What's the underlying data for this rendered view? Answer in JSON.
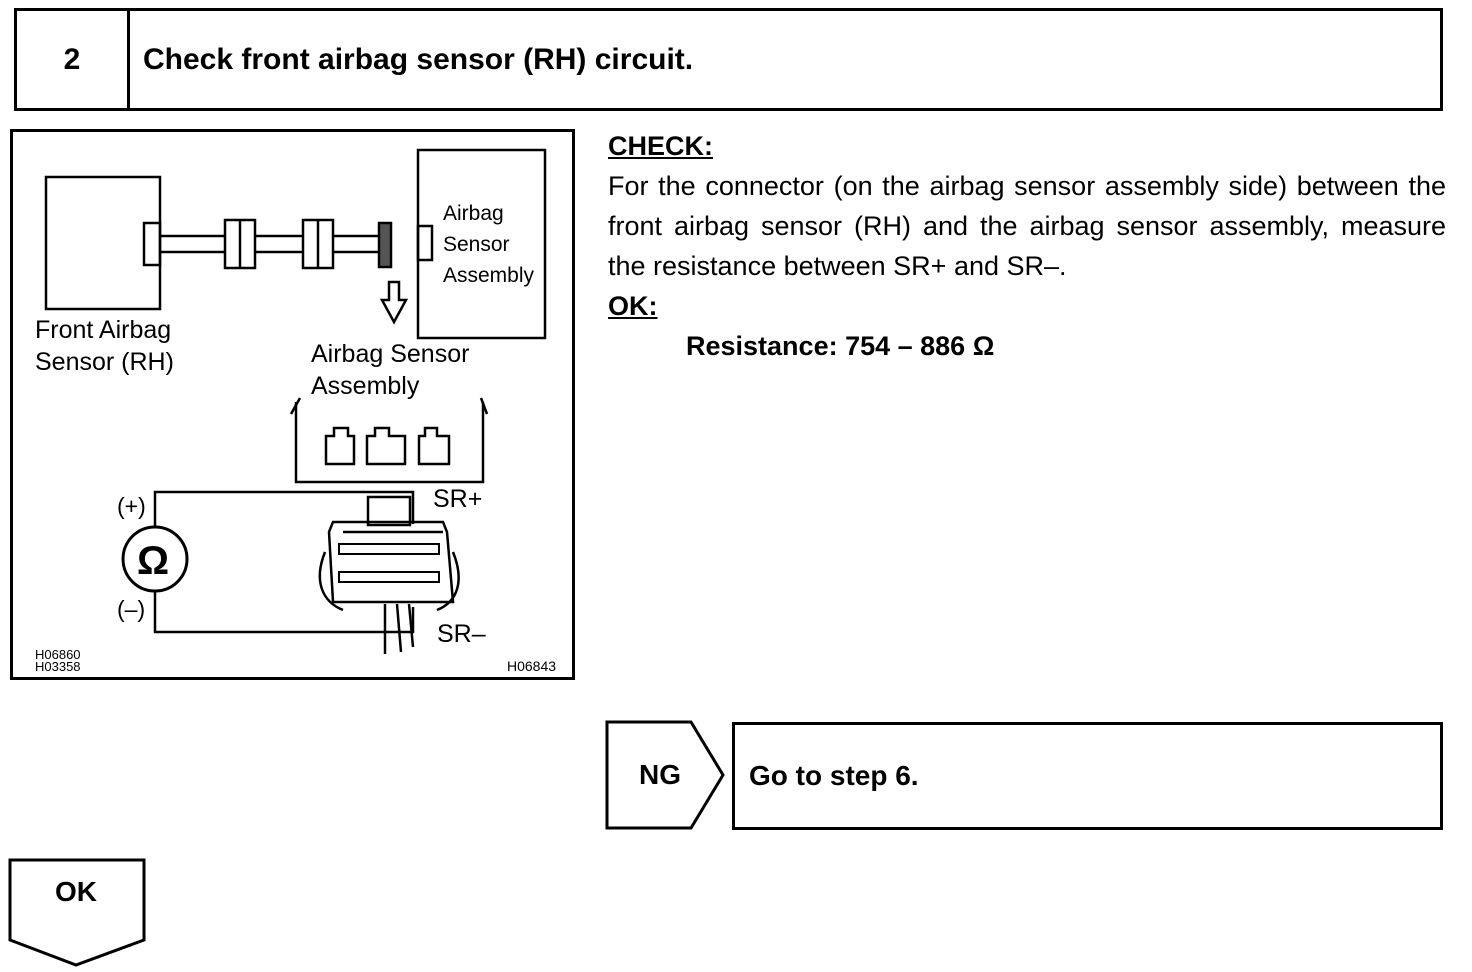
{
  "step": {
    "number": "2",
    "title": "Check front airbag sensor (RH) circuit."
  },
  "diagram": {
    "label_airbag_sensor_assembly_box": [
      "Airbag",
      "Sensor",
      "Assembly"
    ],
    "label_front_sensor": [
      "Front Airbag",
      "Sensor (RH)"
    ],
    "label_assembly": [
      "Airbag Sensor",
      "Assembly"
    ],
    "label_sr_plus": "SR+",
    "label_sr_minus": "SR–",
    "label_plus": "(+)",
    "label_minus": "(–)",
    "ohm_symbol": "Ω",
    "code_left_1": "H06860",
    "code_left_2": "H03358",
    "code_right": "H06843"
  },
  "check": {
    "heading": "CHECK:",
    "text": "For the connector (on the airbag sensor assembly side) between the front airbag sensor (RH) and the airbag sensor assembly, measure the resistance between SR+ and SR–.",
    "ok_heading": "OK:",
    "ok_value": "Resistance: 754 – 886 Ω"
  },
  "ng": {
    "label": "NG",
    "action": "Go to step 6."
  },
  "ok": {
    "label": "OK"
  }
}
